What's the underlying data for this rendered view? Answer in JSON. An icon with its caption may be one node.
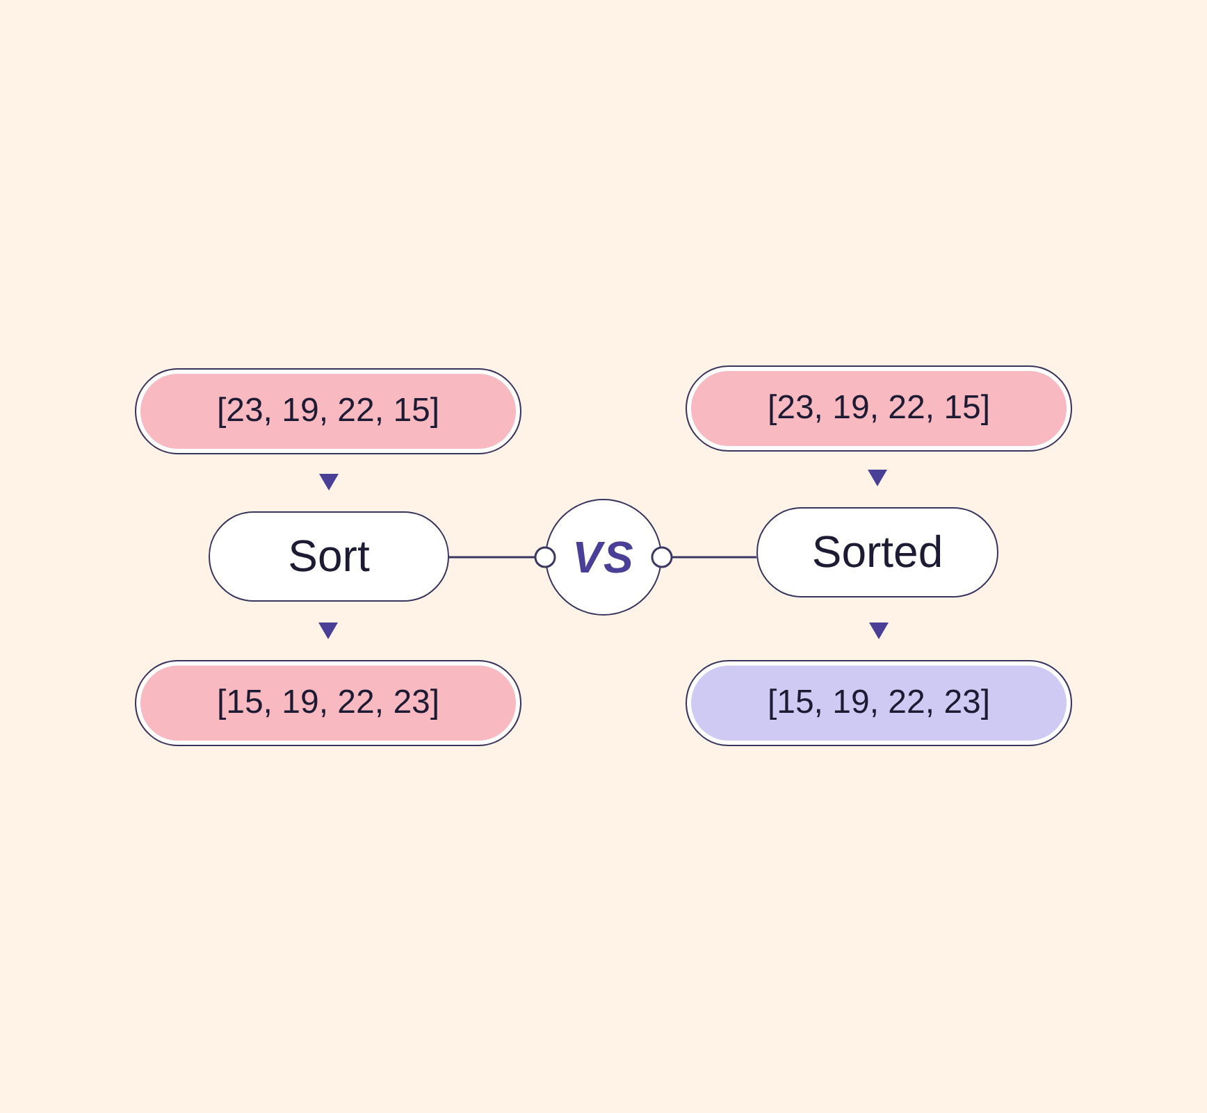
{
  "diagram": {
    "nodes": [
      {
        "text": [
          "[23, 19, 22, 15]"
        ]
      },
      {
        "text": [
          "Sort"
        ]
      },
      {
        "text": [
          "[15, 19, 22, 23]"
        ]
      },
      {
        "text": [
          "VS"
        ]
      },
      {
        "text": [
          "[23, 19, 22, 15]"
        ]
      },
      {
        "text": [
          "Sorted"
        ]
      },
      {
        "text": [
          "[15, 19, 22, 23]"
        ]
      }
    ],
    "edges": [
      {
        "from": 0,
        "to": 1,
        "arrow": "to"
      },
      {
        "from": 1,
        "to": 2,
        "arrow": "to"
      },
      {
        "from": 1,
        "to": 3,
        "arrow": "other",
        "color": "#3a3762"
      },
      {
        "from": 5,
        "to": 3,
        "arrow": "other",
        "color": "#3a3762"
      },
      {
        "from": 4,
        "to": 5,
        "arrow": "to"
      },
      {
        "from": 5,
        "to": 6,
        "arrow": "to"
      }
    ]
  }
}
